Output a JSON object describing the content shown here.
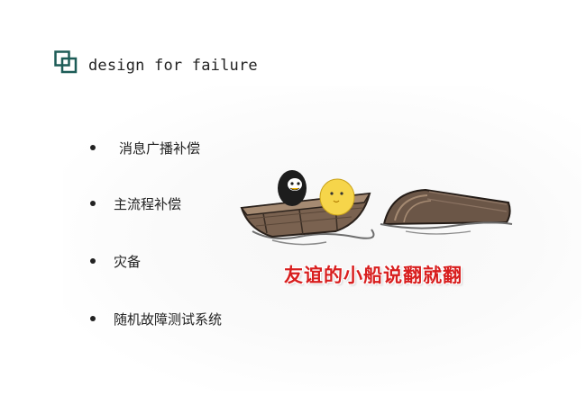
{
  "slide": {
    "title": "design for failure",
    "title_icon": "overlapping-squares-icon",
    "accent_color": "#1d5c57",
    "bullets": [
      {
        "label": "消息广播补偿"
      },
      {
        "label": "主流程补偿"
      },
      {
        "label": "灾备"
      },
      {
        "label": "随机故障测试系统"
      }
    ],
    "illustration": {
      "caption": "友谊的小船说翻就翻",
      "caption_color": "#d81e1e"
    }
  }
}
